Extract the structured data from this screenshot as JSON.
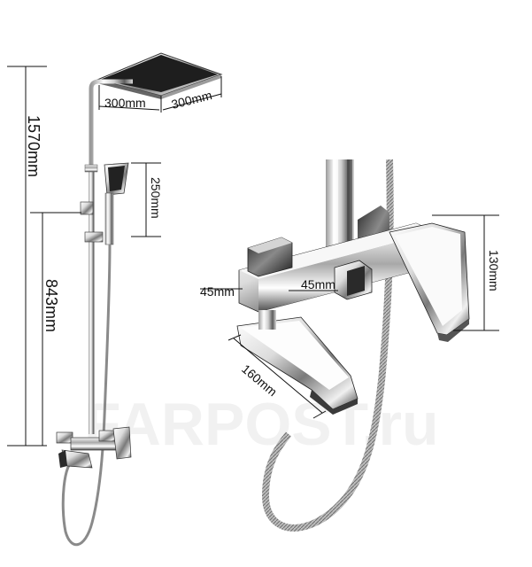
{
  "dimensions": {
    "total_height": "1570mm",
    "spout_height": "843mm",
    "head_width": "300mm",
    "head_depth": "300mm",
    "hand_shower_length": "250mm",
    "body_depth": "45mm",
    "body_width": "45mm",
    "handle_height": "130mm",
    "spout_length": "160mm"
  },
  "watermark": "FARPOST.ru",
  "colors": {
    "chrome_dark": "#1c1c1c",
    "chrome_light": "#f2f2f2",
    "line": "#111111"
  }
}
